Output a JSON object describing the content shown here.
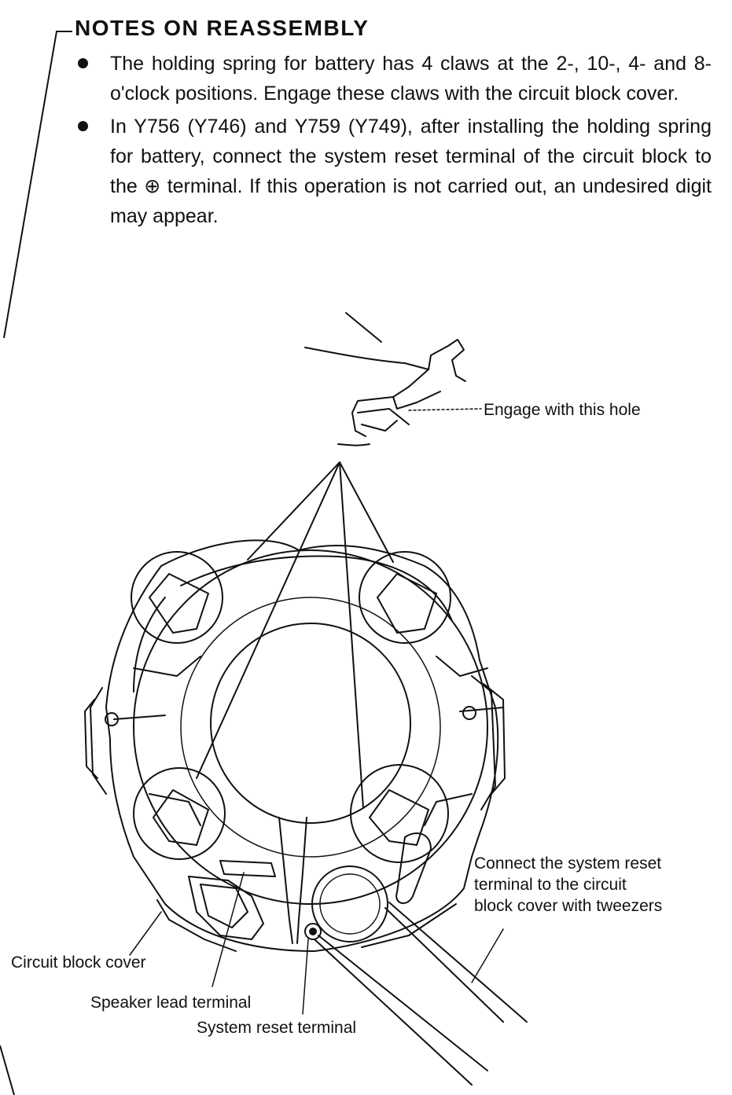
{
  "notes": {
    "title": "NOTES ON REASSEMBLY",
    "items": [
      "The holding spring for battery has 4 claws at the 2-, 10-, 4- and 8-o'clock positions. Engage these claws with the circuit block cover.",
      "In Y756 (Y746) and Y759 (Y749), after installing the holding spring for battery, connect the system reset terminal of the circuit block to the ⊕ terminal. If this operation is not carried out, an undesired digit may appear."
    ]
  },
  "diagram": {
    "labels": {
      "engage_hole": "Engage with this hole",
      "connect_reset": [
        "Connect the system reset",
        "terminal to the circuit",
        "block cover with tweezers"
      ],
      "circuit_block_cover": "Circuit block cover",
      "speaker_lead_terminal": "Speaker lead terminal",
      "system_reset_terminal": "System reset terminal"
    }
  },
  "colors": {
    "ink": "#111111",
    "paper": "#ffffff"
  }
}
